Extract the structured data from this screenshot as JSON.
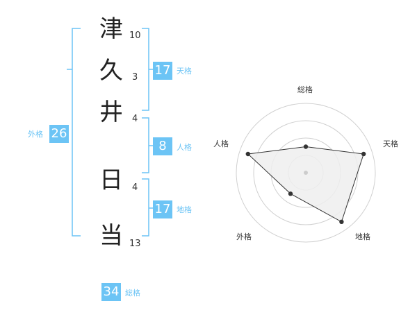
{
  "name": {
    "chars": [
      {
        "char": "津",
        "strokes": "10"
      },
      {
        "char": "久",
        "strokes": "3"
      },
      {
        "char": "井",
        "strokes": "4"
      },
      {
        "char": "日",
        "strokes": "4"
      },
      {
        "char": "当",
        "strokes": "13"
      }
    ]
  },
  "fortune": {
    "tenkaku": {
      "value": "17",
      "label": "天格"
    },
    "jinkaku": {
      "value": "8",
      "label": "人格"
    },
    "chikaku": {
      "value": "17",
      "label": "地格"
    },
    "gaikaku": {
      "value": "26",
      "label": "外格"
    },
    "soukaku": {
      "value": "34",
      "label": "総格"
    }
  },
  "colors": {
    "accent": "#6cc4f5",
    "text": "#333333",
    "grid": "#d0d0d0",
    "fill": "#eeeeee"
  },
  "chart_data": {
    "type": "radar",
    "axes": [
      "総格",
      "天格",
      "地格",
      "外格",
      "人格"
    ],
    "values": [
      1.5,
      3.5,
      3.5,
      1.5,
      3.5
    ],
    "rmax": 4,
    "rings": 4
  }
}
